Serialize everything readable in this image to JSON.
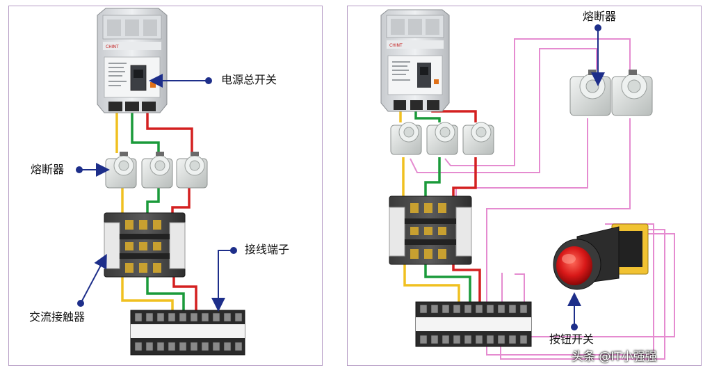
{
  "labels": {
    "main_switch": "电源总开关",
    "fuse_left": "熔断器",
    "terminal_block": "接线端子",
    "contactor": "交流接触器",
    "fuse_right": "熔断器",
    "push_button": "按钮开关"
  },
  "device_text": {
    "breaker_brand": "CHINT"
  },
  "watermark": "头条 @IT小强强",
  "colors": {
    "wire_yellow": "#f0c020",
    "wire_green": "#1a9a3a",
    "wire_red": "#d42020",
    "wire_pink": "#e58bd0",
    "arrow_blue": "#1d2e8a",
    "panel_border": "#b49ac4",
    "button_red": "#d81818"
  }
}
